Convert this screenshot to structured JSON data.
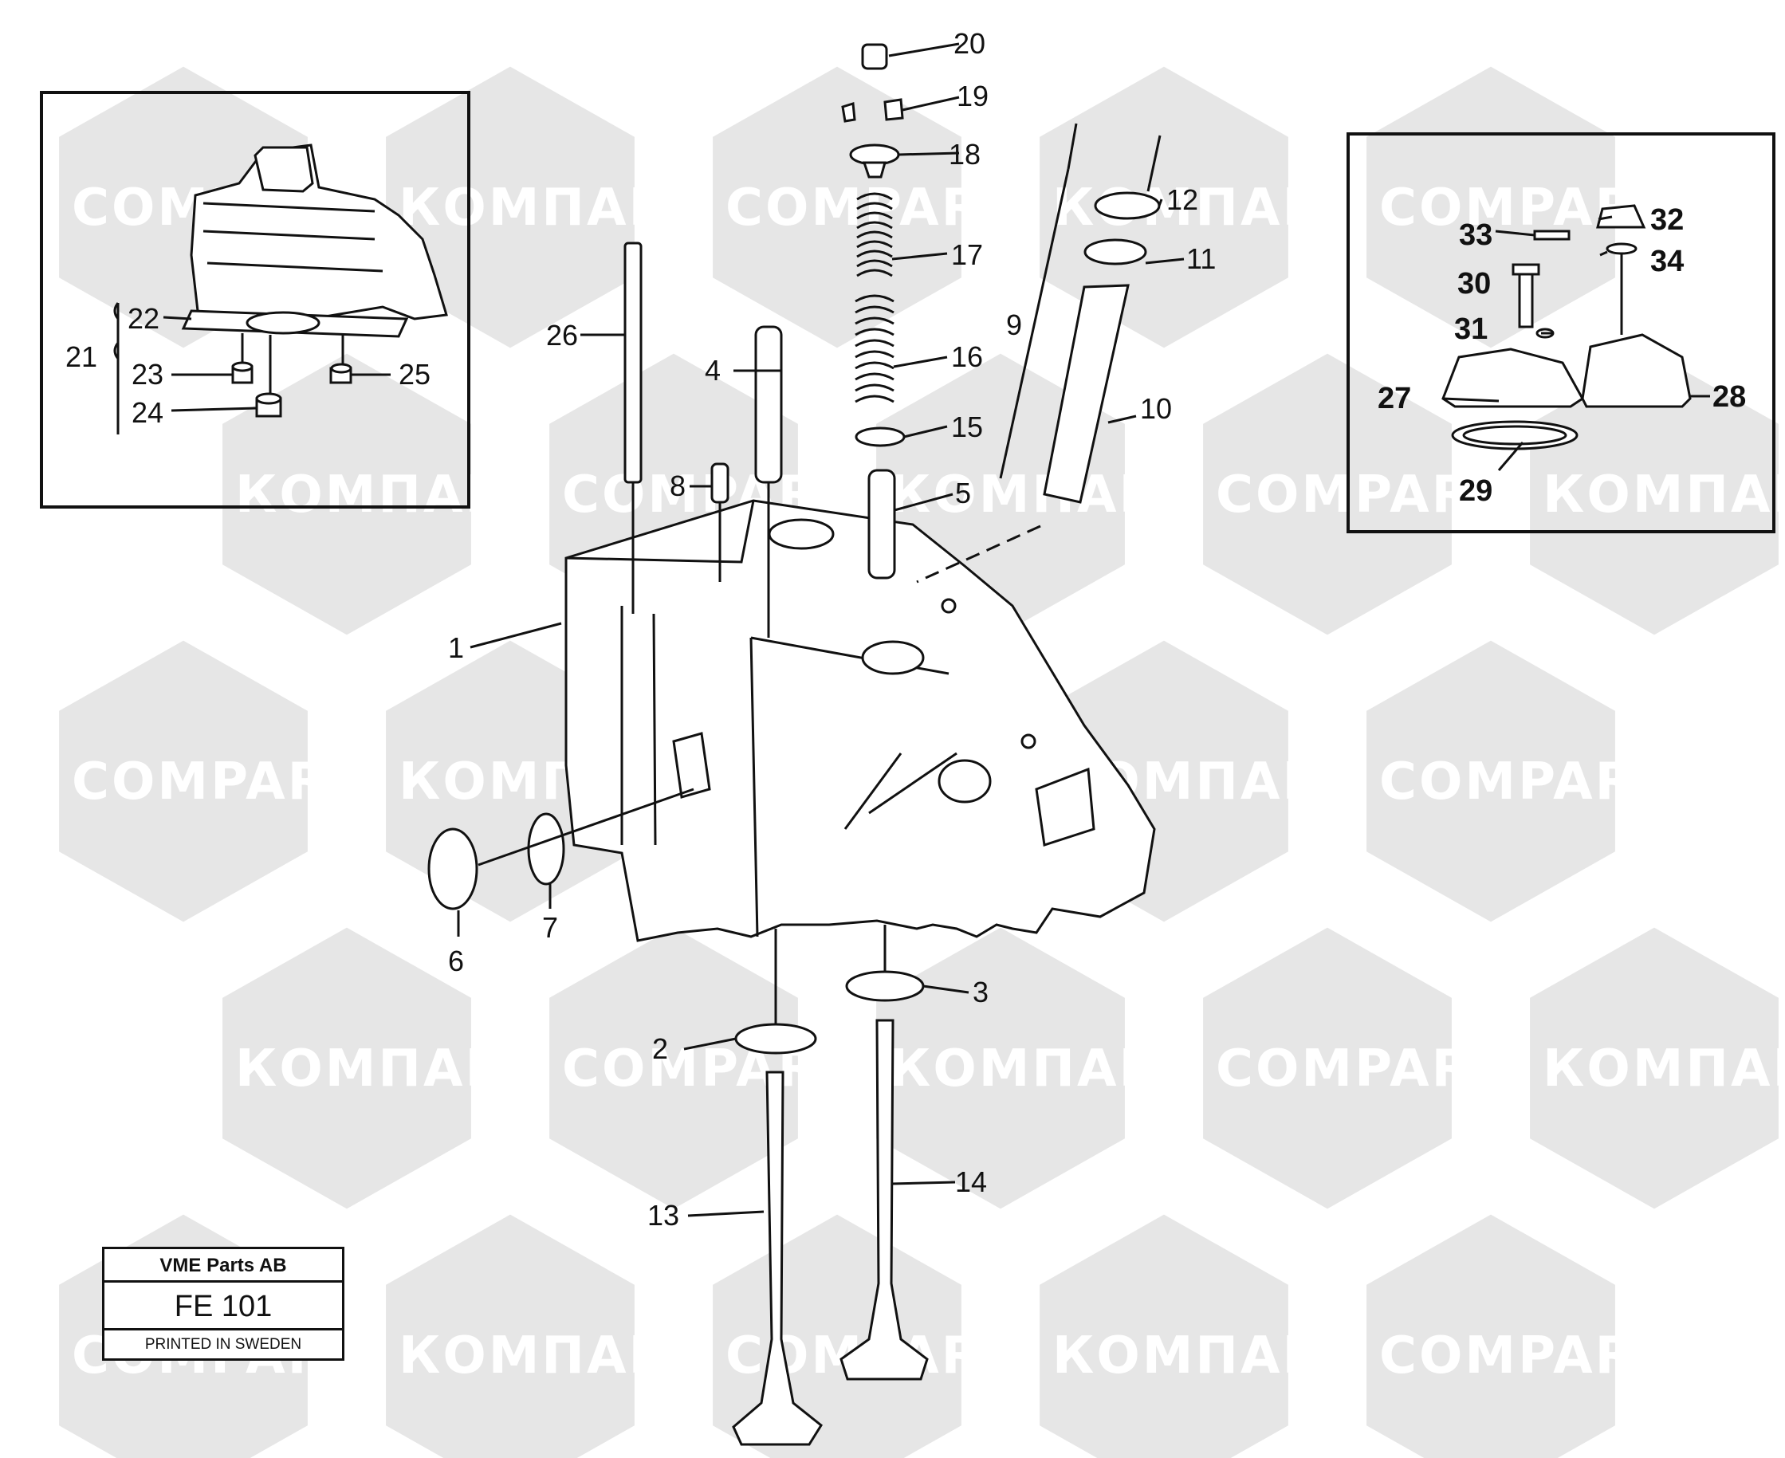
{
  "watermark": {
    "latin": "COMPART",
    "cyrillic": "КОМПАРТ",
    "color": "#e6e6e6"
  },
  "title_block": {
    "company": "VME Parts AB",
    "code": "FE 101",
    "footer": "PRINTED IN SWEDEN"
  },
  "callouts": {
    "c1": "1",
    "c2": "2",
    "c3": "3",
    "c4": "4",
    "c5": "5",
    "c6": "6",
    "c7": "7",
    "c8": "8",
    "c9": "9",
    "c10": "10",
    "c11": "11",
    "c12": "12",
    "c13": "13",
    "c14": "14",
    "c15": "15",
    "c16": "16",
    "c17": "17",
    "c18": "18",
    "c19": "19",
    "c20": "20",
    "c21": "21",
    "c22": "22",
    "c23": "23",
    "c24": "24",
    "c25": "25",
    "c26": "26",
    "c27": "27",
    "c28": "28",
    "c29": "29",
    "c30": "30",
    "c31": "31",
    "c32": "32",
    "c33": "33",
    "c34": "34"
  }
}
